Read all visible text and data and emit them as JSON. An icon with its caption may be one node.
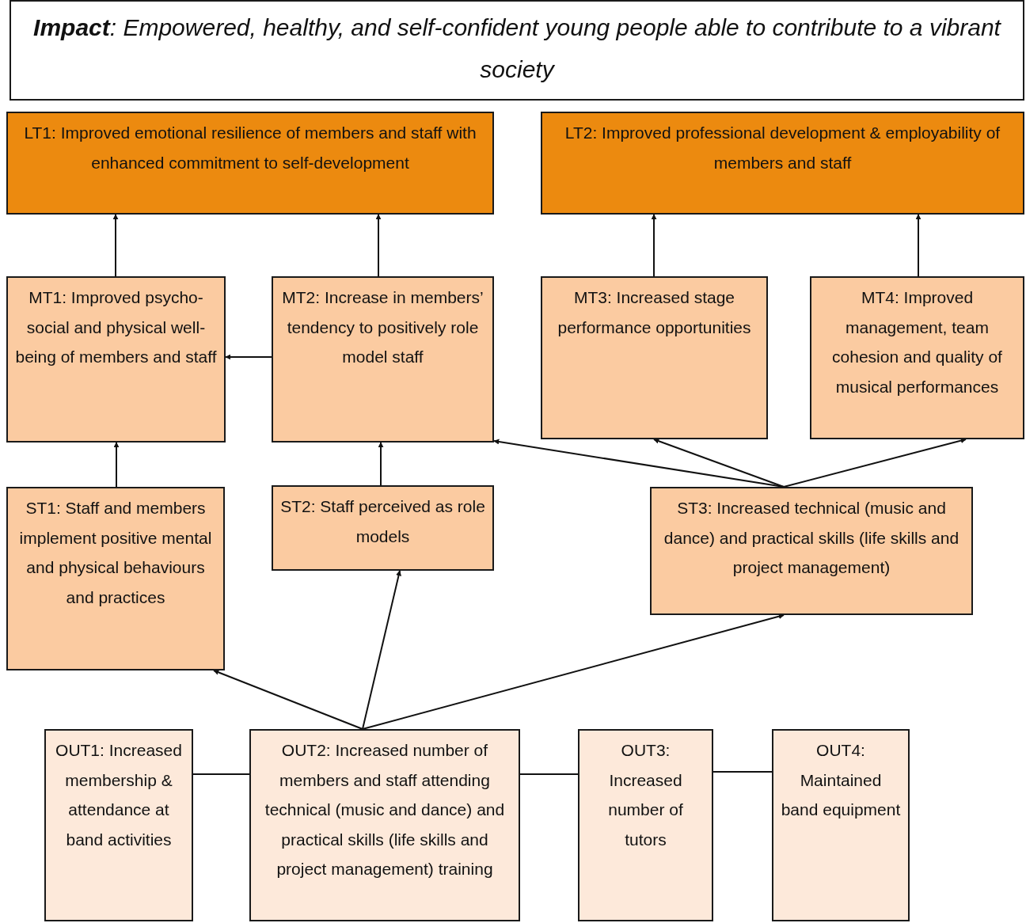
{
  "diagram": {
    "nodes": [
      {
        "text": [
          "**Impact**: Empowered, healthy, and self-confident young people able to contribute to a vibrant society"
        ]
      },
      {
        "text": [
          "LT1: Improved emotional resilience of members and staff with enhanced commitment to self-development"
        ]
      },
      {
        "text": [
          "LT2: Improved professional development & employability of members and staff"
        ]
      },
      {
        "text": [
          "MT1: Improved psycho-social and physical well-being of members and staff"
        ]
      },
      {
        "text": [
          "MT2: Increase in members’ tendency to positively role model staff"
        ]
      },
      {
        "text": [
          "MT3: Increased stage performance opportunities"
        ]
      },
      {
        "text": [
          "MT4: Improved management, team cohesion and quality of musical performances"
        ]
      },
      {
        "text": [
          "ST1: Staff and members implement positive mental and physical behaviours and practices"
        ]
      },
      {
        "text": [
          "ST2: Staff perceived as role models"
        ]
      },
      {
        "text": [
          "ST3: Increased technical (music and dance) and practical skills (life skills and project management)"
        ]
      },
      {
        "text": [
          "OUT1: Increased membership & attendance at band activities"
        ]
      },
      {
        "text": [
          "OUT2: Increased number of members and staff attending technical (music and dance) and practical skills (life skills and project management) training"
        ]
      },
      {
        "text": [
          "OUT3: Increased number of tutors"
        ]
      },
      {
        "text": [
          "OUT4: Maintained band equipment"
        ]
      }
    ],
    "edges": [
      {
        "from": 3,
        "to": 1,
        "arrow": "to"
      },
      {
        "from": 4,
        "to": 1,
        "arrow": "to"
      },
      {
        "from": 5,
        "to": 2,
        "arrow": "to"
      },
      {
        "from": 6,
        "to": 2,
        "arrow": "to"
      },
      {
        "from": 4,
        "to": 3,
        "arrow": "to"
      },
      {
        "from": 7,
        "to": 3,
        "arrow": "to"
      },
      {
        "from": 8,
        "to": 4,
        "arrow": "to"
      },
      {
        "from": 9,
        "to": 4,
        "arrow": "to"
      },
      {
        "from": 9,
        "to": 5,
        "arrow": "to"
      },
      {
        "from": 9,
        "to": 6,
        "arrow": "to"
      },
      {
        "from": 11,
        "to": 7,
        "arrow": "to"
      },
      {
        "from": 11,
        "to": 8,
        "arrow": "to"
      },
      {
        "from": 11,
        "to": 9,
        "arrow": "to"
      },
      {
        "from": 10,
        "to": 11,
        "arrow": "none"
      },
      {
        "from": 11,
        "to": 12,
        "arrow": "none"
      },
      {
        "from": 12,
        "to": 13,
        "arrow": "none"
      }
    ]
  }
}
